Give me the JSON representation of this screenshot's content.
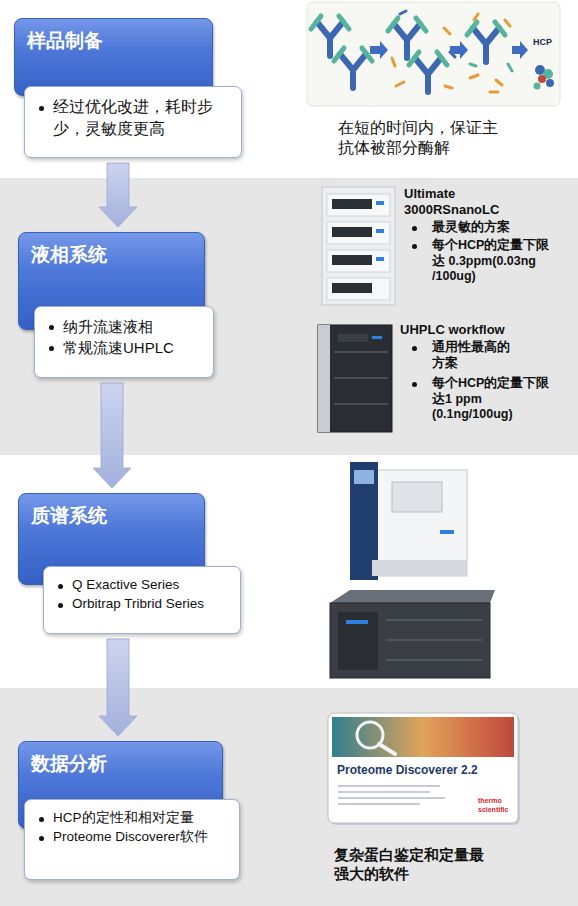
{
  "diagram": {
    "nodes": [
      {
        "text": [
          "样品制备"
        ]
      },
      {
        "text": [
          "经过优化改进，耗时步少，灵敏度更高"
        ]
      },
      {
        "text": [
          "液相系统"
        ]
      },
      {
        "text": [
          "纳升流速液相",
          "常规流速UHPLC"
        ]
      },
      {
        "text": [
          "质谱系统"
        ]
      },
      {
        "text": [
          "Q Exactive Series",
          "Orbitrap Tribrid Series"
        ]
      },
      {
        "text": [
          "数据分析"
        ]
      },
      {
        "text": [
          "HCP的定性和相对定量",
          "Proteome Discoverer软件"
        ]
      }
    ],
    "edges": [
      {
        "from": 1,
        "to": 2,
        "arrow": "to"
      },
      {
        "from": 3,
        "to": 4,
        "arrow": "to"
      },
      {
        "from": 5,
        "to": 6,
        "arrow": "to"
      }
    ],
    "labels": [
      "HCP",
      "在短的时间内，保证主抗体被部分酶解",
      "Ultimate 3000RSnanoLC",
      "最灵敏的方案",
      "每个HCP的定量下限达 0.3ppm(0.03ng /100ug)",
      "UHPLC workflow",
      "通用性最高的方案",
      "每个HCP的定量下限达1 ppm (0.1ng/100ug)",
      "Proteome Discoverer 2.2",
      "thermo scientific",
      "复杂蛋白鉴定和定量最强大的软件"
    ]
  }
}
